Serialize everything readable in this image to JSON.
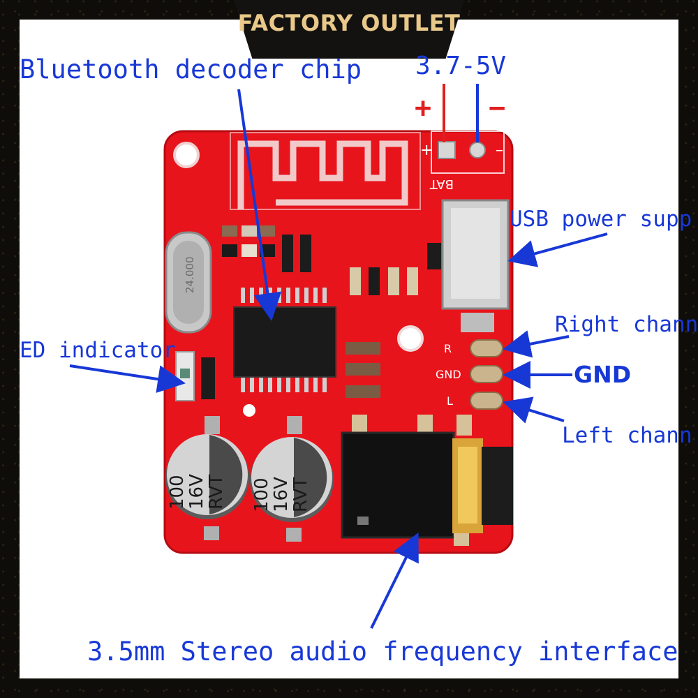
{
  "banner": {
    "text": "FACTORY OUTLET"
  },
  "labels": {
    "chip": "Bluetooth decoder chip",
    "voltage": "3.7-5V",
    "plus": "+",
    "minus": "−",
    "usb": "USB power supp",
    "right": "Right chann",
    "gnd": "GND",
    "left": "Left chann",
    "led": "ED indicator",
    "jack": "3.5mm Stereo audio frequency interface"
  },
  "board": {
    "crystal": "24.000",
    "bat_silk": "BAT",
    "pad_r": "R",
    "pad_gnd": "GND",
    "pad_l": "L",
    "cap1": [
      "100",
      "16V",
      "RVT"
    ],
    "cap2": [
      "100",
      "16V",
      "RVT"
    ]
  },
  "colors": {
    "board_red": "#e8141c",
    "label_blue": "#1838d6",
    "banner_gold": "#e9c98a",
    "plus_red": "#e02020"
  }
}
